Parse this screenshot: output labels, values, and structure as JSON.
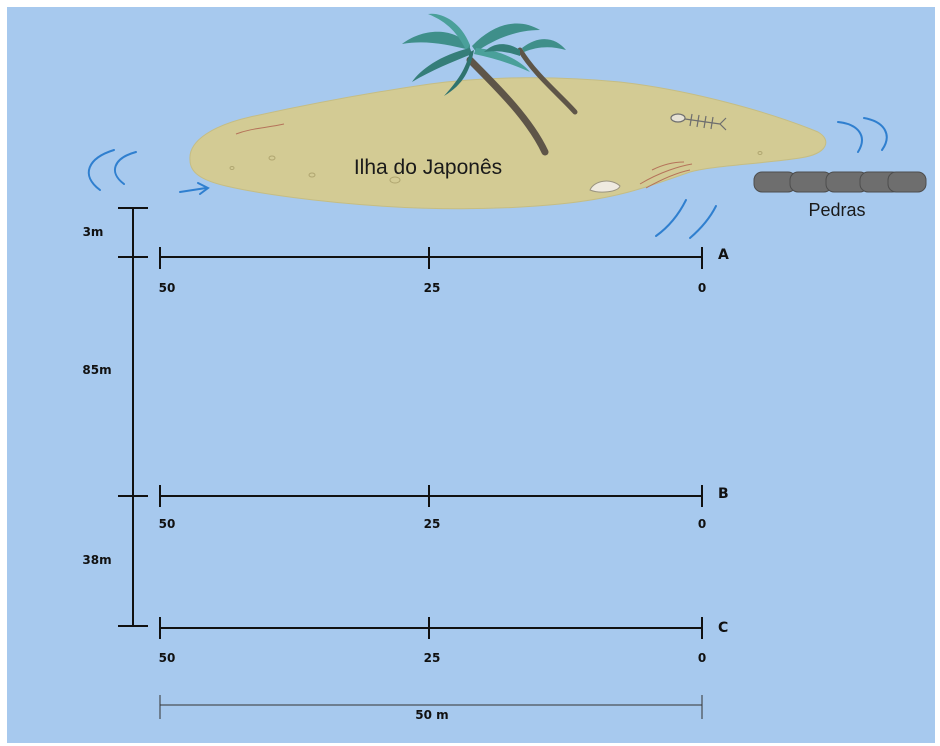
{
  "island": {
    "name": "Ilha do Japonês",
    "rocks_label": "Pedras"
  },
  "transects": [
    {
      "id": "A",
      "tick_labels": [
        "50",
        "25",
        "0"
      ]
    },
    {
      "id": "B",
      "tick_labels": [
        "50",
        "25",
        "0"
      ]
    },
    {
      "id": "C",
      "tick_labels": [
        "50",
        "25",
        "0"
      ]
    }
  ],
  "distances": {
    "to_island": "3m",
    "a_to_b": "85m",
    "b_to_c": "38m"
  },
  "scale_bar": {
    "label": "50 m"
  },
  "colors": {
    "water": "#a7c9ee",
    "sand": "#d3cb94",
    "line": "#111111",
    "wave": "#2f7fcf"
  }
}
